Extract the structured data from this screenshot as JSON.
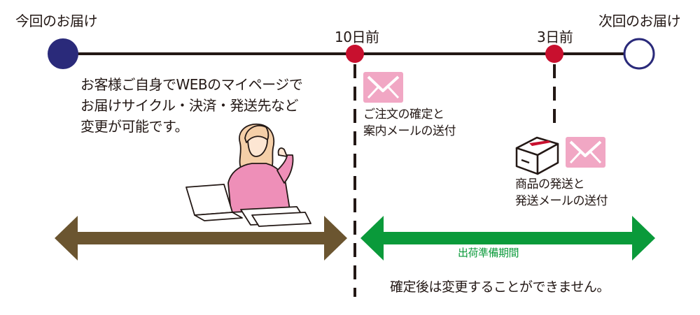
{
  "timeline": {
    "current_delivery": "今回のお届け",
    "ten_days_before": "10日前",
    "three_days_before": "3日前",
    "next_delivery": "次回のお届け"
  },
  "web_note": {
    "lines": [
      "お客様ご自身でWEBのマイページで",
      "お届けサイクル・決済・発送先など",
      "変更が可能です。"
    ]
  },
  "confirm_note": {
    "lines": [
      "ご注文の確定と",
      "案内メールの送付"
    ]
  },
  "ship_note": {
    "lines": [
      "商品の発送と",
      "発送メールの送付"
    ]
  },
  "shipping_period": "出荷準備期間",
  "no_change_note": "確定後は変更することができません。",
  "colors": {
    "timeline_line": "#231815",
    "start_dot": "#2a2a7a",
    "milestone_dot": "#c8102e",
    "end_ring": "#2a2a7a",
    "brown_arrow": "#6b5530",
    "green_arrow": "#0a9a3a",
    "mail_icon_bg": "#f1a7c4",
    "person_shirt": "#ee8fb8"
  },
  "icons": [
    "mail-icon",
    "mail-icon",
    "box-icon",
    "person-with-laptop-illustration"
  ]
}
